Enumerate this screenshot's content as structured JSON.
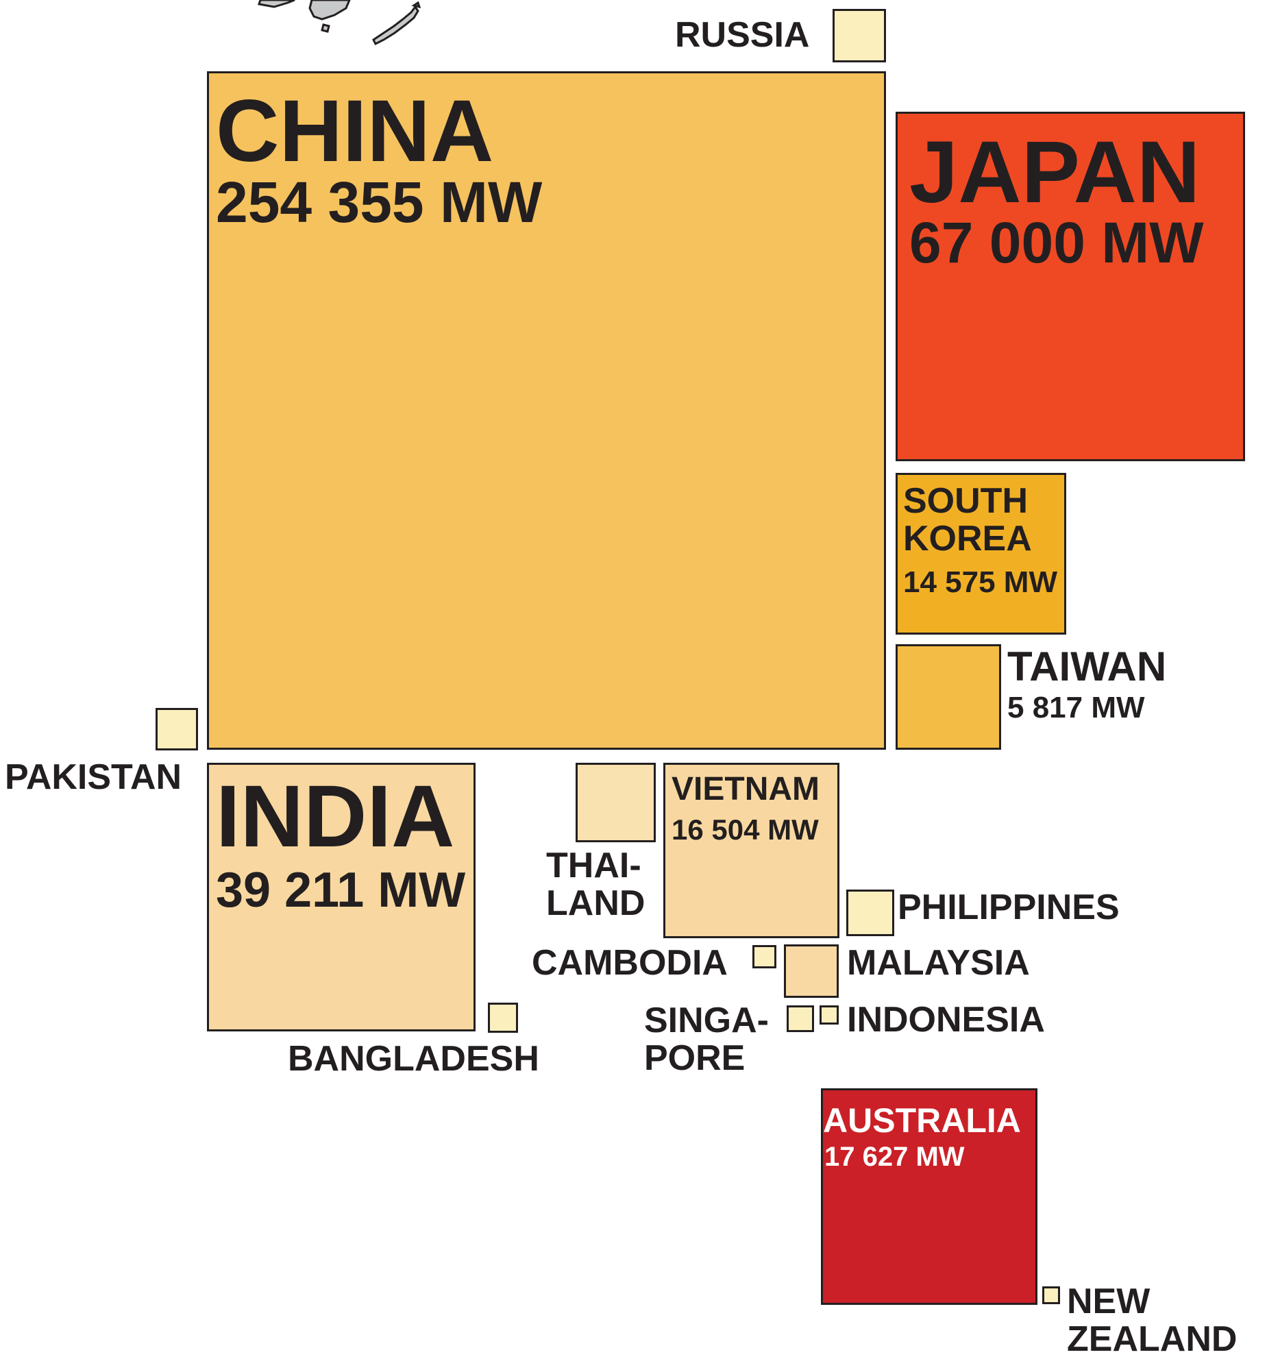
{
  "colors": {
    "outline": "#231f20",
    "china": "#f5c25e",
    "japan": "#ef4923",
    "south_korea": "#f1b024",
    "taiwan": "#f3bc45",
    "india": "#f8d8a0",
    "vietnam": "#f8d8a0",
    "thailand": "#f9e1b0",
    "malaysia": "#f9d9a3",
    "australia": "#cb2027",
    "small": "#fbefbe",
    "map_land": "#c8c9cb"
  },
  "countries": {
    "russia": {
      "name": "RUSSIA"
    },
    "china": {
      "name": "CHINA",
      "capacity": "254 355 MW"
    },
    "japan": {
      "name": "JAPAN",
      "capacity": "67 000 MW"
    },
    "south_korea": {
      "name": "SOUTH\nKOREA",
      "capacity": "14 575 MW"
    },
    "taiwan": {
      "name": "TAIWAN",
      "capacity": "5 817 MW"
    },
    "pakistan": {
      "name": "PAKISTAN"
    },
    "india": {
      "name": "INDIA",
      "capacity": "39 211 MW"
    },
    "bangladesh": {
      "name": "BANGLADESH"
    },
    "thailand": {
      "name": "THAI-\nLAND"
    },
    "vietnam": {
      "name": "VIETNAM",
      "capacity": "16 504 MW"
    },
    "philippines": {
      "name": "PHILIPPINES"
    },
    "cambodia": {
      "name": "CAMBODIA"
    },
    "malaysia": {
      "name": "MALAYSIA"
    },
    "singapore": {
      "name": "SINGA-\nPORE"
    },
    "indonesia": {
      "name": "INDONESIA"
    },
    "australia": {
      "name": "AUSTRALIA",
      "capacity": "17 627 MW"
    },
    "new_zealand": {
      "name": "NEW\nZEALAND"
    }
  }
}
